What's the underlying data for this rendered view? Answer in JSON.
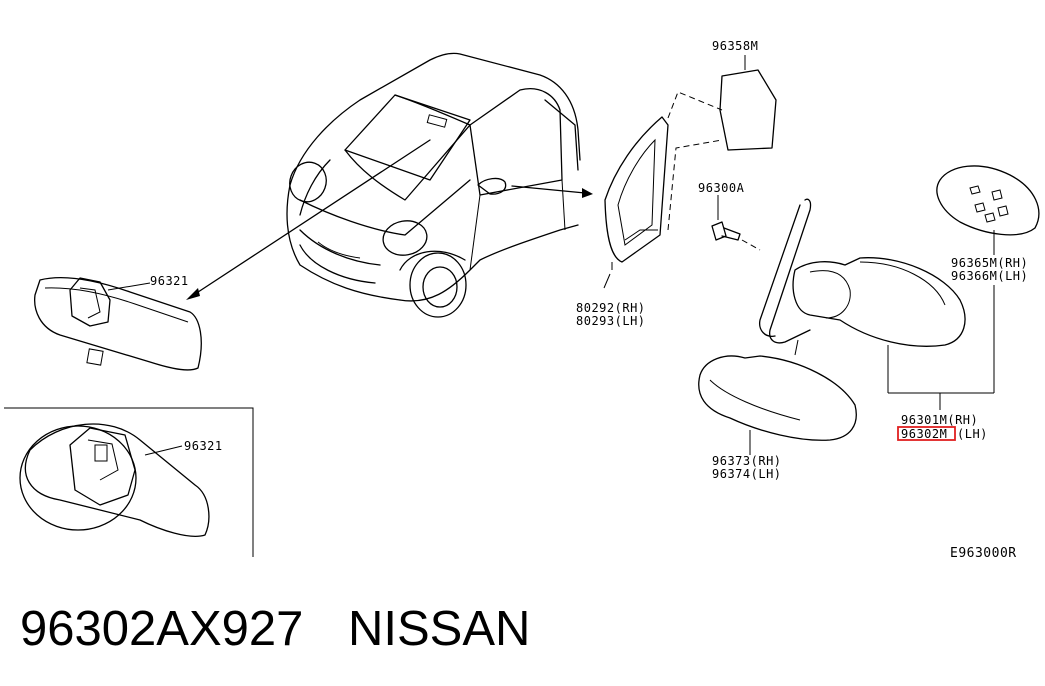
{
  "labels": {
    "visor_panel": "96358M",
    "screw": "96300A",
    "mirror_glass_rh": "96365M(RH)",
    "mirror_glass_lh": "96366M(LH)",
    "inner_mirror": "96321",
    "inner_mirror_detail": "96321",
    "corner_finisher_rh": "80292(RH)",
    "corner_finisher_lh": "80293(LH)",
    "door_mirror_rh": "96301M(RH)",
    "door_mirror_lh_part": "96302M",
    "door_mirror_lh_side": "(LH)",
    "cover_rh": "96373(RH)",
    "cover_lh": "96374(LH)",
    "diagram_code": "E963000R"
  },
  "caption": {
    "part_number": "96302AX927",
    "brand": "NISSAN"
  },
  "colors": {
    "highlight": "#e02020",
    "line": "#000000"
  }
}
